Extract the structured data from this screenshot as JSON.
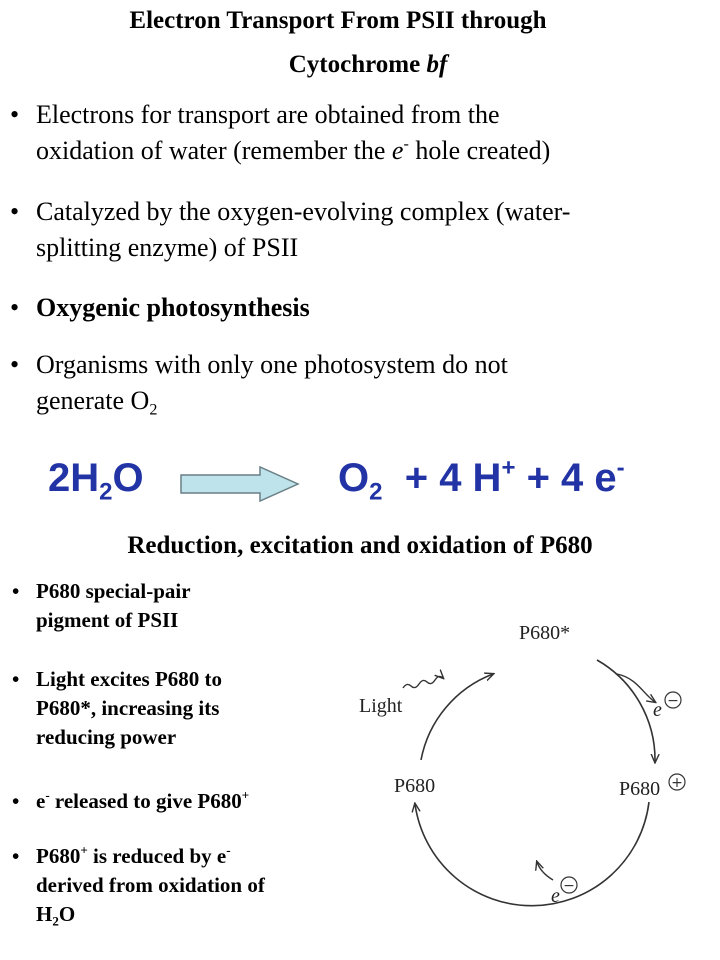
{
  "title": {
    "line1": "Electron Transport From PSII through",
    "line2_prefix": "Cytochrome ",
    "line2_italic": "bf"
  },
  "bullets": {
    "b1": {
      "line1": "Electrons for transport are obtained from the",
      "line2_pre": "oxidation of water (remember the ",
      "line2_e": "e",
      "line2_sup": "-",
      "line2_post": " hole created)"
    },
    "b2": {
      "line1": "Catalyzed by the oxygen-evolving complex (water-",
      "line2": "splitting enzyme) of PSII"
    },
    "b3": {
      "line1": "Oxygenic photosynthesis"
    },
    "b4": {
      "line1": "Organisms with only one photosystem do not",
      "line2_pre": "generate O",
      "line2_sub": "2"
    }
  },
  "equation": {
    "lhs_pre": "2H",
    "lhs_sub": "2",
    "lhs_post": "O",
    "rhs_o": "O",
    "rhs_o_sub": "2",
    "rhs_h": "+ 4 H",
    "rhs_h_sup": "+",
    "rhs_e": "+ 4 e",
    "rhs_e_sup": "-",
    "arrow_color": "#bfe3ea"
  },
  "subtitle": "Reduction, excitation and oxidation of P680",
  "small_bullets": {
    "s1": {
      "line1": "P680 special-pair",
      "line2": "pigment of PSII"
    },
    "s2": {
      "line1": "Light excites P680 to",
      "line2": "P680*, increasing its",
      "line3": "reducing power"
    },
    "s3": {
      "pre": "e",
      "pre_sup": "-",
      "mid": " released to give P680",
      "post_sup": "+"
    },
    "s4": {
      "line1_pre": "P680",
      "line1_sup": "+",
      "line1_mid": " is reduced by e",
      "line1_sup2": "-",
      "line2": "derived from oxidation of",
      "line3_pre": "H",
      "line3_sub": "2",
      "line3_post": "O"
    }
  },
  "diagram": {
    "top_label": "P680*",
    "left_label": "P680",
    "right_label": "P680",
    "light_label": "Light",
    "electron_label": "e",
    "minus": "−",
    "plus": "+"
  },
  "bullet_char": "•"
}
